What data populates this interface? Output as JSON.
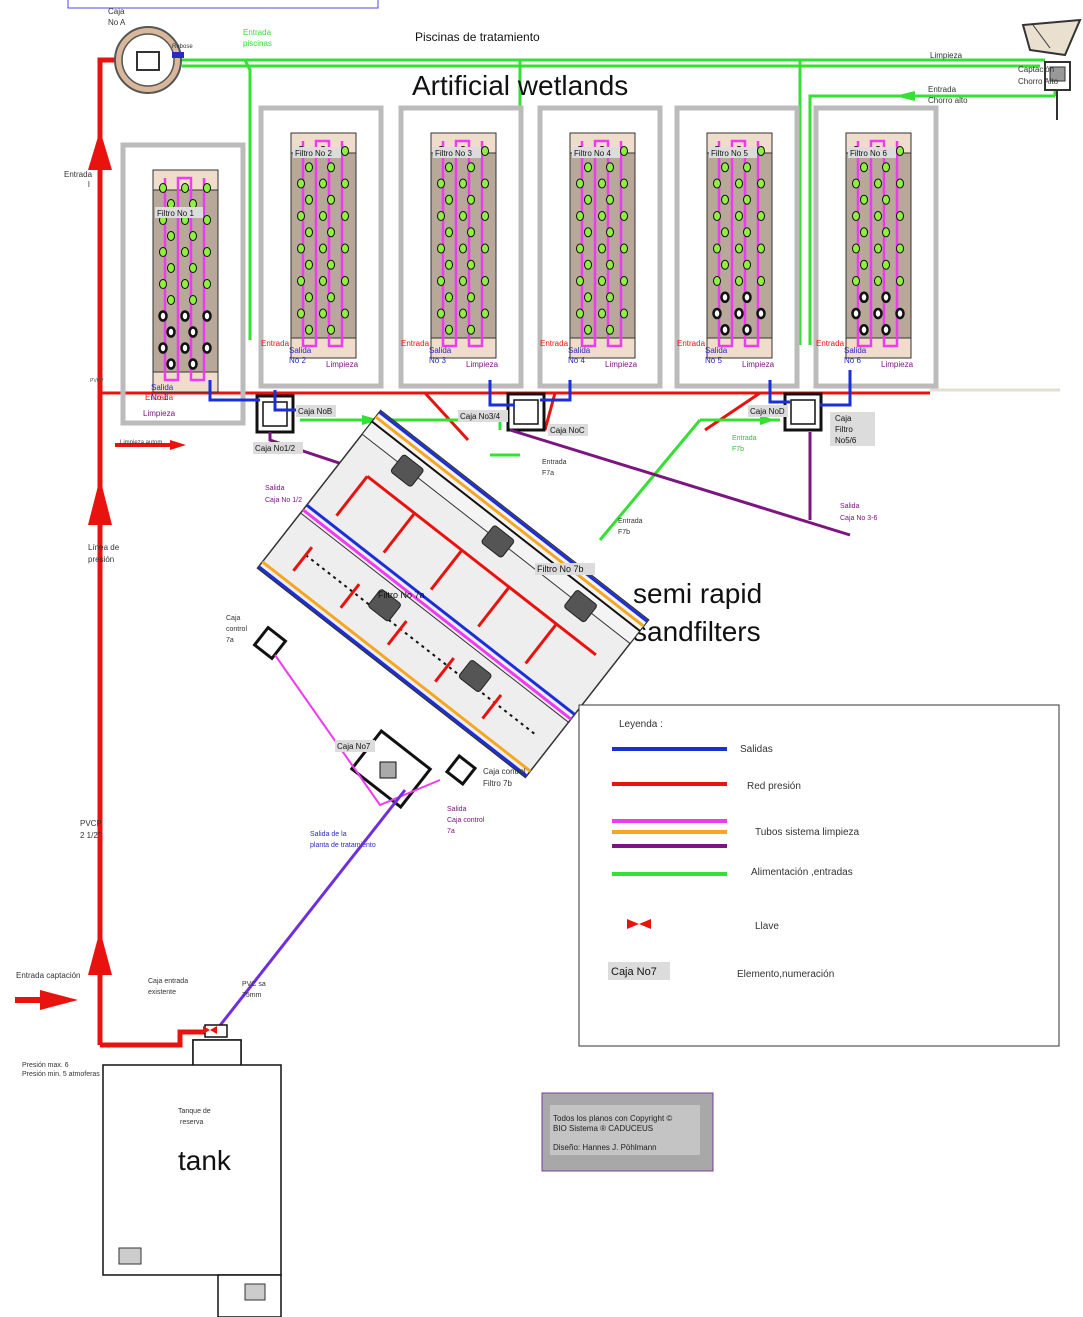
{
  "colors": {
    "pressure": "#e8130f",
    "outlet": "#1a2fd6",
    "cleaning_pink": "#ee3bf0",
    "cleaning_orange": "#f5a623",
    "cleaning_purple": "#7b1580",
    "feed": "#33e033",
    "outlet_violet": "#6f2fe0",
    "sand": "#f0dccb",
    "filter_fill": "#b7a89a",
    "dot": "#8ef041",
    "label_bg": "#dcdcdc"
  },
  "header": {
    "title_pools": "Piscinas de tratamiento",
    "title_wetlands": "Artificial wetlands",
    "title_sandfilters_1": "semi rapid",
    "title_sandfilters_2": "sandfilters",
    "title_tank": "tank"
  },
  "caja_a": {
    "line1": "Caja",
    "line2": "No A",
    "rebose": "Rebose"
  },
  "captacion": {
    "line1": "Captación",
    "line2": "Chorro Alto"
  },
  "top_labels": {
    "entrada_piscinas_1": "Entrada",
    "entrada_piscinas_2": "piscinas",
    "limpieza": "Limpieza",
    "entrada_chorro_1": "Entrada",
    "entrada_chorro_2": "Chorro alto",
    "entrada_left_1": "Entrada",
    "entrada_left_2": "l"
  },
  "filters": [
    {
      "name": "Filtro No 1",
      "salida_1": "Salida",
      "salida_2": "No 1",
      "limpieza": "Limpieza",
      "entrada": "Entrada"
    },
    {
      "name": "Filtro No 2",
      "salida_1": "Salida",
      "salida_2": "No 2",
      "limpieza": "Limpieza",
      "entrada": "Entrada"
    },
    {
      "name": "Filtro No 3",
      "salida_1": "Salida",
      "salida_2": "No 3",
      "limpieza": "Limpieza",
      "entrada": "Entrada"
    },
    {
      "name": "Filtro No 4",
      "salida_1": "Salida",
      "salida_2": "No 4",
      "limpieza": "Limpieza",
      "entrada": "Entrada"
    },
    {
      "name": "Filtro No 5",
      "salida_1": "Salida",
      "salida_2": "No 5",
      "limpieza": "Limpieza",
      "entrada": "Entrada"
    },
    {
      "name": "Filtro No 6",
      "salida_1": "Salida",
      "salida_2": "No 6",
      "limpieza": "Limpieza",
      "entrada": "Entrada"
    }
  ],
  "boxes": {
    "caja_1_2": "Caja No1/2",
    "caja_b": "Caja NoB",
    "caja_3_4": "Caja No3/4",
    "caja_c": "Caja NoC",
    "caja_d": "Caja NoD",
    "caja_5_6_1": "Caja",
    "caja_5_6_2": "Filtro",
    "caja_5_6_3": "No5/6",
    "caja_7": "Caja No7"
  },
  "mid_labels": {
    "limpieza_autom": "Limpieza autom",
    "pvcp_small": "PVCP",
    "entrada_f7a_1": "Entrada",
    "entrada_f7a_2": "F7a",
    "entrada_f7b_1": "Entrada",
    "entrada_f7b_2": "F7b",
    "entrada_f7b_mid_1": "Entrada",
    "entrada_f7b_mid_2": "F7b",
    "salida_caja12_1": "Salida",
    "salida_caja12_2": "Caja No 1/2",
    "salida_caja36_1": "Salida",
    "salida_caja36_2": "Caja No 3-6",
    "linea_presion_1": "Línea de",
    "linea_presion_2": "presión",
    "filtro_7a": "Filtro No 7a",
    "filtro_7b": "Filtro No 7b",
    "caja_control_7a_1": "Caja",
    "caja_control_7a_2": "control",
    "caja_control_7a_3": "7a",
    "caja_control_7b_1": "Caja  control",
    "caja_control_7b_2": "Filtro 7b",
    "salida_control_1": "Salida",
    "salida_control_2": "Caja control",
    "salida_control_3": "7a",
    "salida_planta_1": "Salida de la",
    "salida_planta_2": "planta de tratamiento"
  },
  "bottom_labels": {
    "pvcp_1": "PVCP",
    "pvcp_2": "2 1/2\"",
    "entrada_captacion": "Entrada captación",
    "caja_entrada_1": "Caja entrada",
    "caja_entrada_2": "existente",
    "pvc_sa_1": "PVC sa",
    "pvc_sa_2": "75mm",
    "presion_max": "Presión max.  6",
    "presion_min": "Presión min.  5 atmoferas",
    "tanque_1": "Tanque de",
    "tanque_2": "reserva"
  },
  "legend": {
    "title": "Leyenda :",
    "salidas": "Salidas",
    "red_presion": "Red presión",
    "tubos": "Tubos sistema limpieza",
    "alimentacion": "Alimentación ,entradas",
    "llave": "Llave",
    "caja_sample": "Caja No7",
    "elemento": "Elemento,numeración"
  },
  "copyright": {
    "line1": "Todos los planos con Copyright ©",
    "line2": "BIO Sistema ® CADUCEUS",
    "line3": "Diseño:  Hannes J. Pöhlmann"
  }
}
